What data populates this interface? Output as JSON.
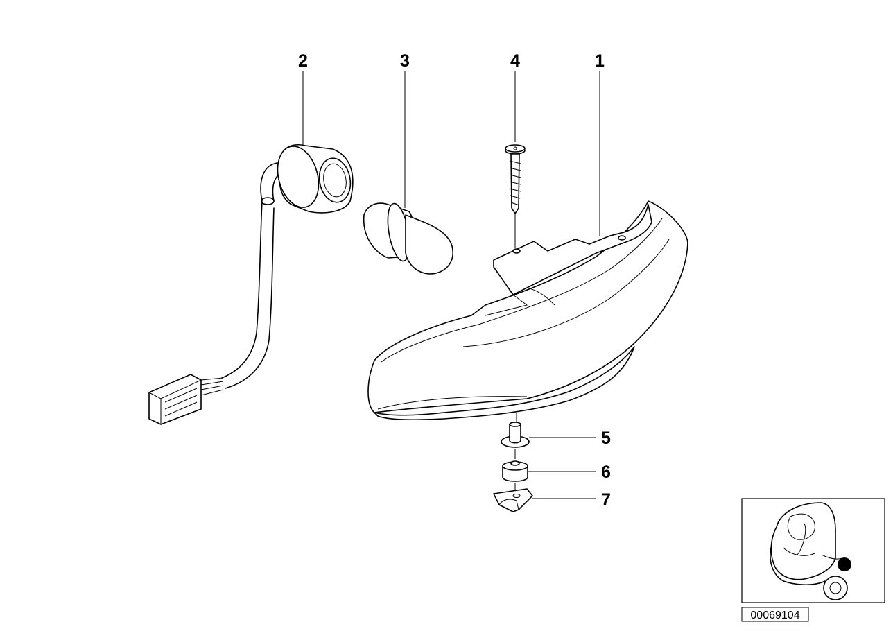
{
  "callouts": [
    {
      "id": "1",
      "label": "1",
      "part": "turn-signal-lamp"
    },
    {
      "id": "2",
      "label": "2",
      "part": "bulb-socket-with-cable"
    },
    {
      "id": "3",
      "label": "3",
      "part": "bulb"
    },
    {
      "id": "4",
      "label": "4",
      "part": "screw"
    },
    {
      "id": "5",
      "label": "5",
      "part": "bushing"
    },
    {
      "id": "6",
      "label": "6",
      "part": "grommet"
    },
    {
      "id": "7",
      "label": "7",
      "part": "clip-nut"
    }
  ],
  "reference_number": "00069104",
  "thumbnail": {
    "icon": "motorcycle-location-thumbnail",
    "marker_color": "#000000"
  },
  "colors": {
    "line": "#000000",
    "background": "#ffffff"
  }
}
